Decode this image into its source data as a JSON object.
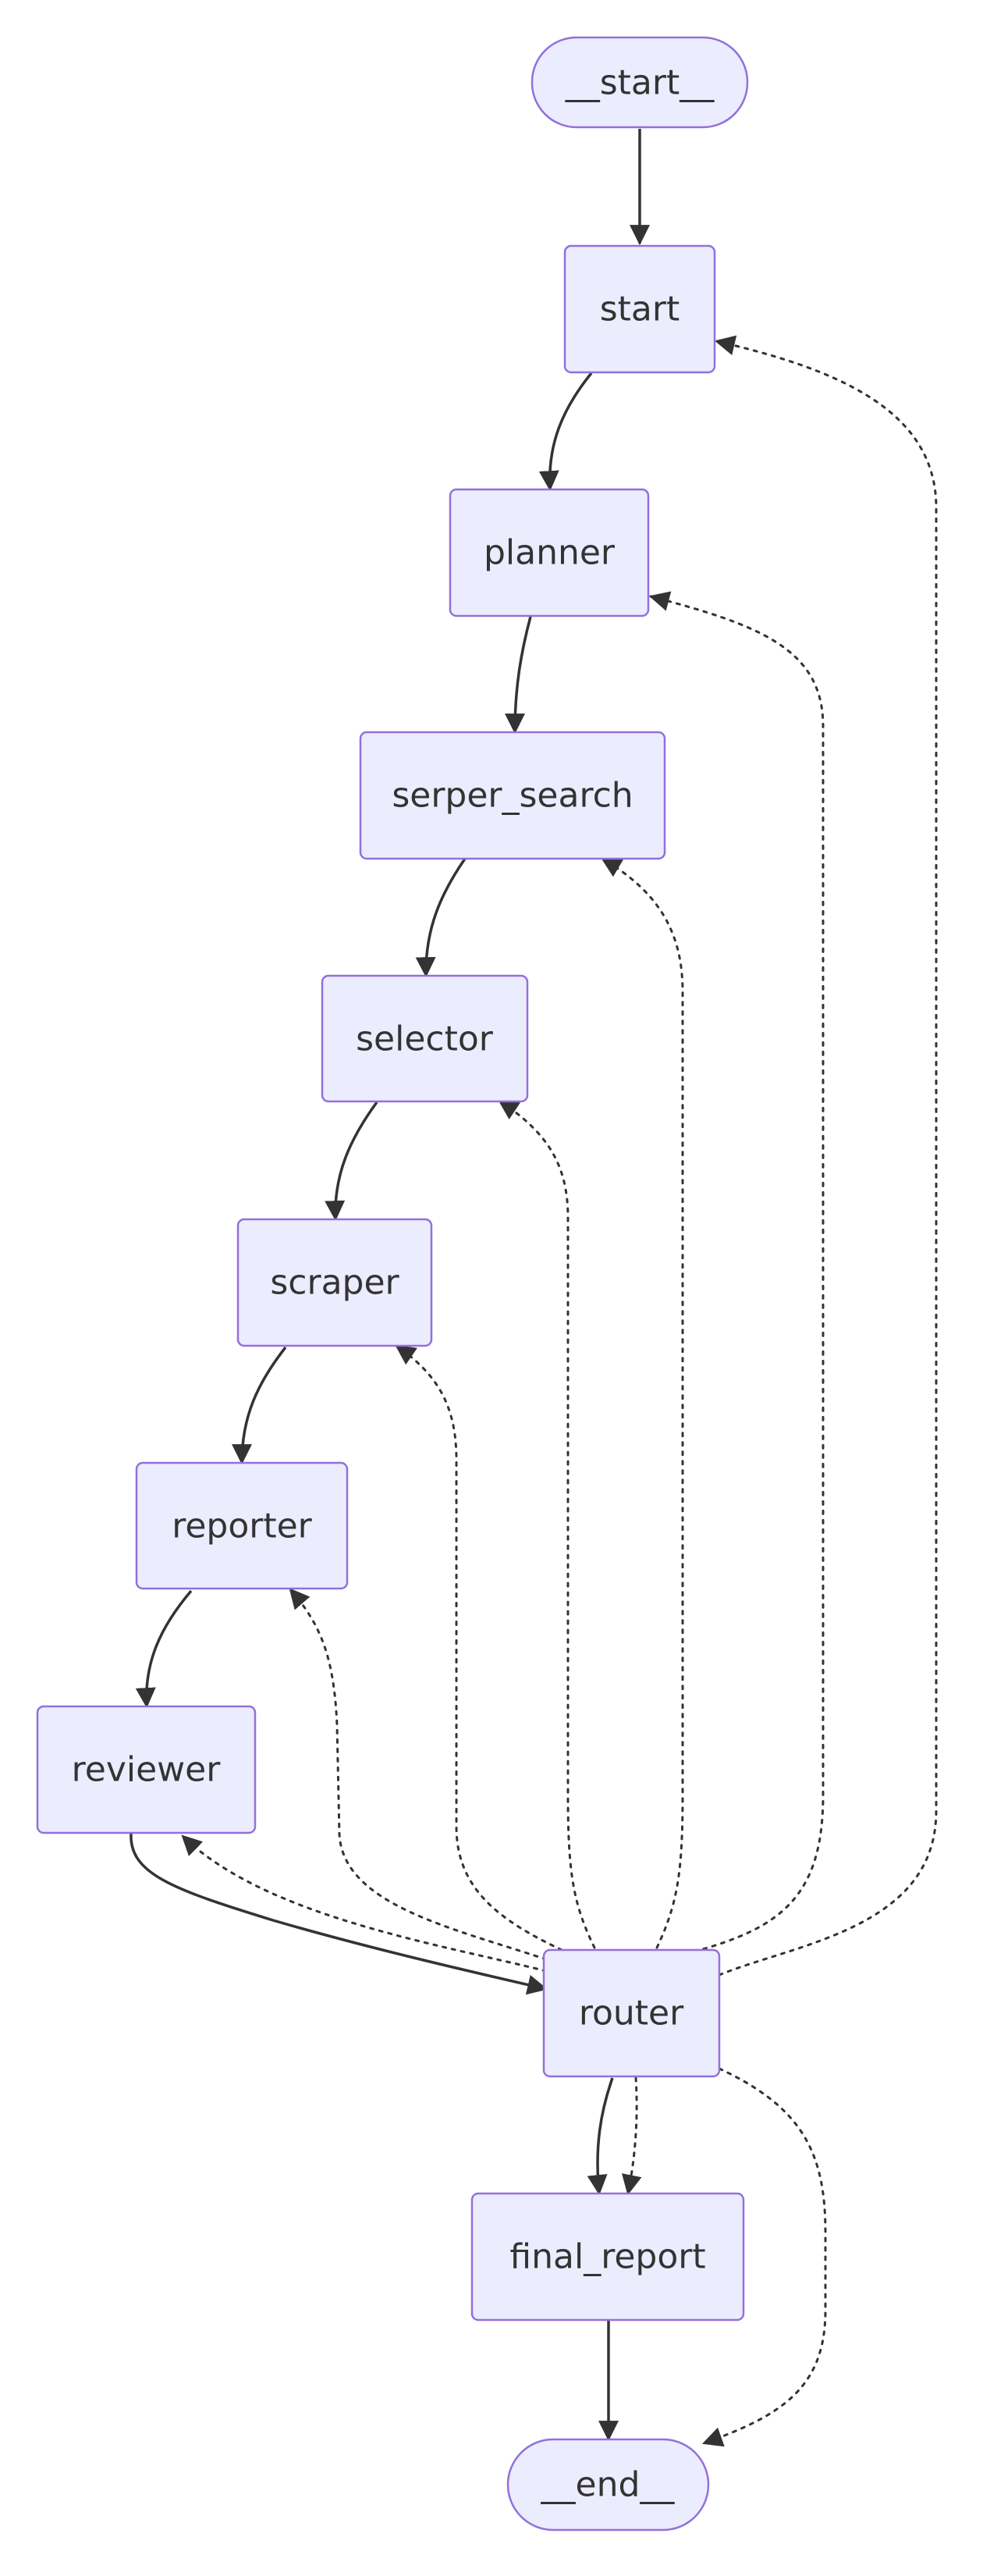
{
  "diagram": {
    "type": "flowchart",
    "nodes": {
      "start_terminal": "__start__",
      "start": "start",
      "planner": "planner",
      "serper_search": "serper_search",
      "selector": "selector",
      "scraper": "scraper",
      "reporter": "reporter",
      "reviewer": "reviewer",
      "router": "router",
      "final_report": "final_report",
      "end_terminal": "__end__"
    },
    "edges": [
      {
        "from": "start_terminal",
        "to": "start",
        "style": "solid"
      },
      {
        "from": "start",
        "to": "planner",
        "style": "solid"
      },
      {
        "from": "planner",
        "to": "serper_search",
        "style": "solid"
      },
      {
        "from": "serper_search",
        "to": "selector",
        "style": "solid"
      },
      {
        "from": "selector",
        "to": "scraper",
        "style": "solid"
      },
      {
        "from": "scraper",
        "to": "reporter",
        "style": "solid"
      },
      {
        "from": "reporter",
        "to": "reviewer",
        "style": "solid"
      },
      {
        "from": "reviewer",
        "to": "router",
        "style": "solid"
      },
      {
        "from": "router",
        "to": "final_report",
        "style": "solid"
      },
      {
        "from": "final_report",
        "to": "end_terminal",
        "style": "solid"
      },
      {
        "from": "router",
        "to": "start",
        "style": "dotted"
      },
      {
        "from": "router",
        "to": "planner",
        "style": "dotted"
      },
      {
        "from": "router",
        "to": "serper_search",
        "style": "dotted"
      },
      {
        "from": "router",
        "to": "selector",
        "style": "dotted"
      },
      {
        "from": "router",
        "to": "scraper",
        "style": "dotted"
      },
      {
        "from": "router",
        "to": "reporter",
        "style": "dotted"
      },
      {
        "from": "router",
        "to": "reviewer",
        "style": "dotted"
      },
      {
        "from": "router",
        "to": "final_report",
        "style": "dotted"
      },
      {
        "from": "router",
        "to": "end_terminal",
        "style": "dotted"
      }
    ],
    "colors": {
      "node_fill": "#ECECFF",
      "node_border": "#9370DB",
      "edge": "#333333",
      "text": "#333333",
      "background": "#FFFFFF"
    }
  }
}
